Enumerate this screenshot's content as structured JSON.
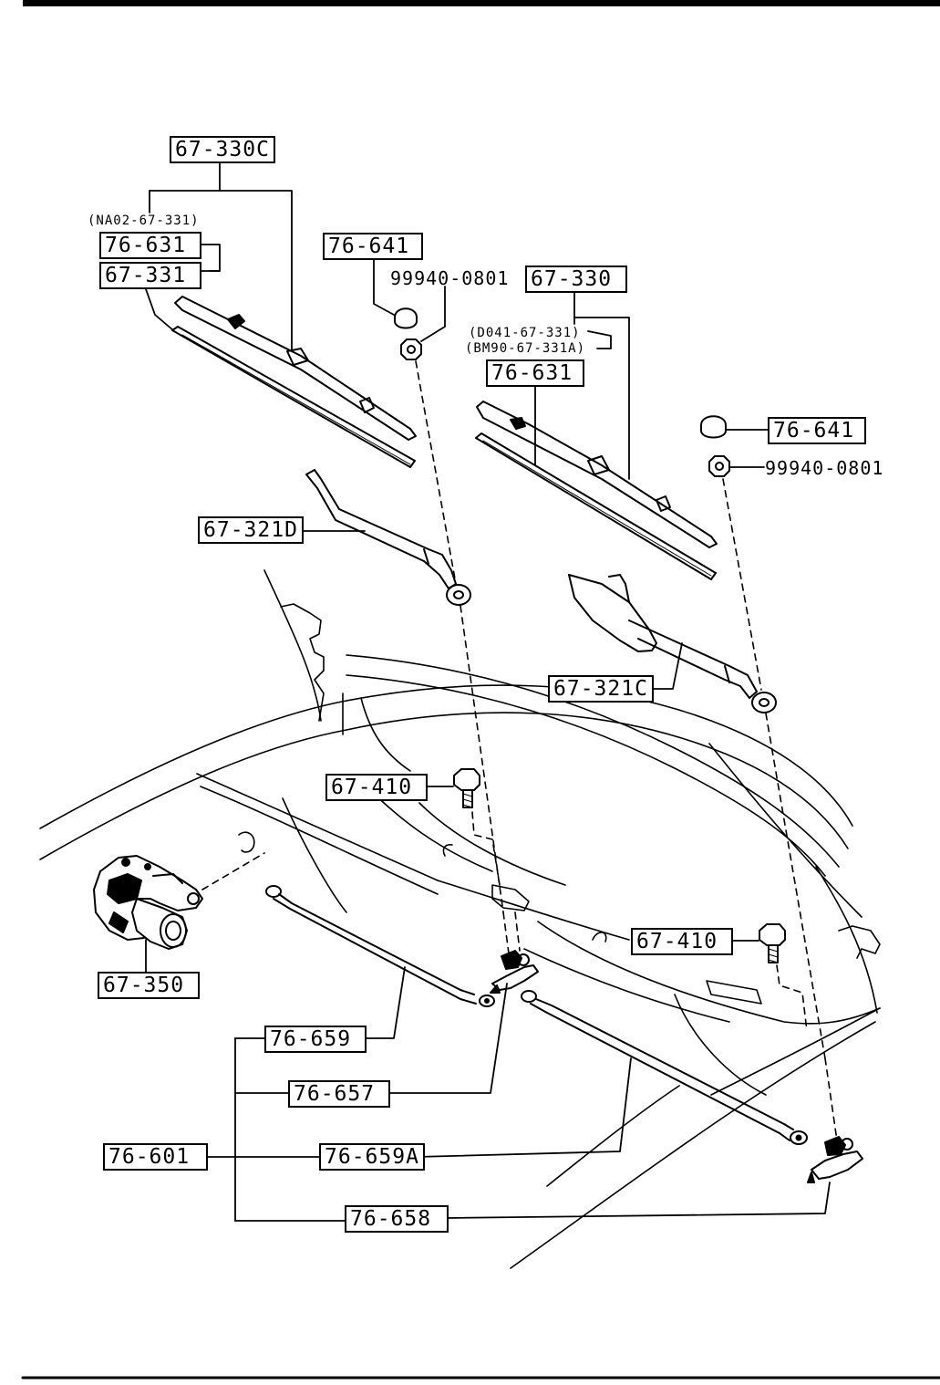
{
  "labels": {
    "p67_330C": "67-330C",
    "nA02": "(NA02-67-331)",
    "p76_631_left": "76-631",
    "p67_331": "67-331",
    "p76_641_left": "76-641",
    "p99940_left": "99940-0801",
    "p67_330": "67-330",
    "d041": "(D041-67-331)",
    "bm90": "(BM90-67-331A)",
    "p76_631_right": "76-631",
    "p76_641_right": "76-641",
    "p99940_right": "99940-0801",
    "p67_321D": "67-321D",
    "p67_321C": "67-321C",
    "p67_410_left": "67-410",
    "p67_410_right": "67-410",
    "p67_350": "67-350",
    "p76_659": "76-659",
    "p76_657": "76-657",
    "p76_601": "76-601",
    "p76_659A": "76-659A",
    "p76_658": "76-658"
  }
}
